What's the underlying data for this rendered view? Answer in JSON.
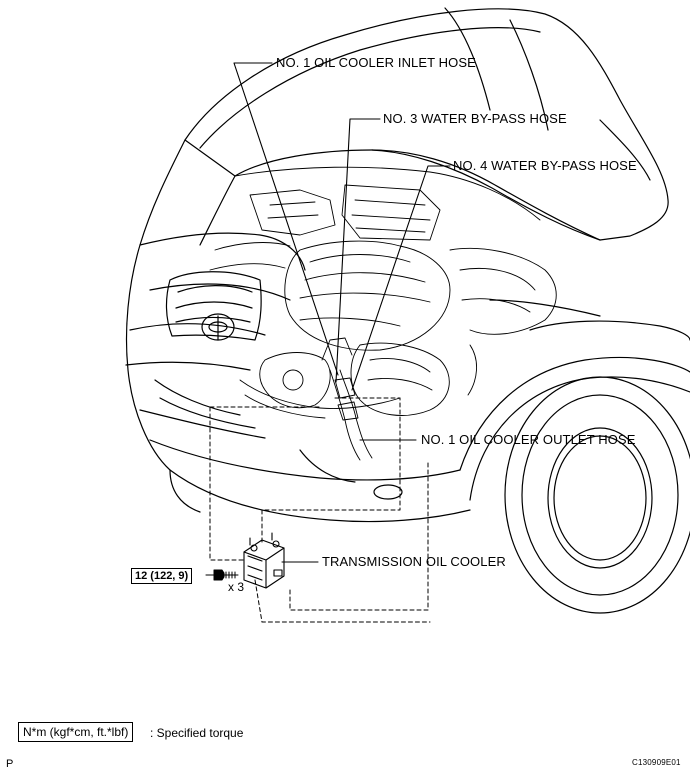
{
  "labels": {
    "inlet_hose": "NO. 1 OIL COOLER INLET HOSE",
    "water_bypass_3": "NO. 3 WATER BY-PASS HOSE",
    "water_bypass_4": "NO. 4 WATER BY-PASS HOSE",
    "outlet_hose": "NO. 1 OIL COOLER OUTLET HOSE",
    "oil_cooler": "TRANSMISSION OIL COOLER"
  },
  "torque": {
    "value": "12 (122, 9)",
    "quantity": "x 3"
  },
  "legend": {
    "unit_box": "N*m (kgf*cm, ft.*lbf)",
    "description": ": Specified torque"
  },
  "footer": {
    "page_marker": "P",
    "figure_id": "C130909E01"
  }
}
